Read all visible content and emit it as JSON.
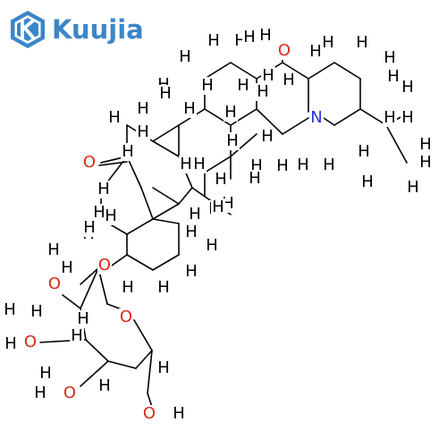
{
  "logo": {
    "text": "Kuujia",
    "icon": "k-hexagon-logo",
    "color": "#3b86c8"
  },
  "colors": {
    "bond": "#000000",
    "H": "#000000",
    "C": "#000000",
    "O": "#e0281b",
    "N": "#2b30e0"
  },
  "atoms": [
    {
      "id": "O1",
      "el": "O",
      "label": "O"
    },
    {
      "id": "N1",
      "el": "N",
      "label": "N"
    },
    {
      "id": "O2",
      "el": "O",
      "label": "O"
    },
    {
      "id": "O3",
      "el": "O",
      "label": "O"
    },
    {
      "id": "O4",
      "el": "O",
      "label": "O"
    },
    {
      "id": "O5",
      "el": "O",
      "label": "O"
    },
    {
      "id": "O6",
      "el": "O",
      "label": "O"
    },
    {
      "id": "O7",
      "el": "O",
      "label": "O"
    },
    {
      "id": "O8",
      "el": "O",
      "label": "O"
    },
    {
      "id": "OH1",
      "el": "H",
      "label": "H"
    },
    {
      "id": "OH2",
      "el": "H",
      "label": "H"
    },
    {
      "id": "OH3",
      "el": "H",
      "label": "H"
    },
    {
      "id": "OH4",
      "el": "H",
      "label": "H"
    },
    {
      "id": "OH5",
      "el": "H",
      "label": "H"
    },
    {
      "id": "H1",
      "el": "H",
      "label": "H"
    },
    {
      "id": "H2",
      "el": "H",
      "label": "H"
    },
    {
      "id": "H3",
      "el": "H",
      "label": "H"
    },
    {
      "id": "H4",
      "el": "H",
      "label": "H"
    },
    {
      "id": "H5",
      "el": "H",
      "label": "H"
    },
    {
      "id": "H6",
      "el": "H",
      "label": "H"
    },
    {
      "id": "H7",
      "el": "H",
      "label": "H"
    },
    {
      "id": "H8",
      "el": "H",
      "label": "H"
    },
    {
      "id": "H9",
      "el": "H",
      "label": "H"
    },
    {
      "id": "H10",
      "el": "H",
      "label": "H"
    },
    {
      "id": "H11",
      "el": "H",
      "label": "H"
    },
    {
      "id": "H12",
      "el": "H",
      "label": "H"
    },
    {
      "id": "H13",
      "el": "H",
      "label": "H"
    },
    {
      "id": "H14",
      "el": "H",
      "label": "H"
    },
    {
      "id": "H15",
      "el": "H",
      "label": "H"
    },
    {
      "id": "H16",
      "el": "H",
      "label": "H"
    },
    {
      "id": "H17",
      "el": "H",
      "label": "H"
    },
    {
      "id": "H18",
      "el": "H",
      "label": "H"
    },
    {
      "id": "H19",
      "el": "H",
      "label": "H"
    },
    {
      "id": "H20",
      "el": "H",
      "label": "H"
    },
    {
      "id": "H21",
      "el": "H",
      "label": "H"
    },
    {
      "id": "H22",
      "el": "H",
      "label": "H"
    },
    {
      "id": "H23",
      "el": "H",
      "label": "H"
    },
    {
      "id": "H24",
      "el": "H",
      "label": "H"
    },
    {
      "id": "H25",
      "el": "H",
      "label": "H"
    },
    {
      "id": "H26",
      "el": "H",
      "label": "H"
    },
    {
      "id": "H27",
      "el": "H",
      "label": "H"
    },
    {
      "id": "H28",
      "el": "H",
      "label": "H"
    },
    {
      "id": "H29",
      "el": "H",
      "label": "H"
    },
    {
      "id": "H30",
      "el": "H",
      "label": "H"
    },
    {
      "id": "H31",
      "el": "H",
      "label": "H"
    },
    {
      "id": "H32",
      "el": "H",
      "label": "H"
    },
    {
      "id": "H33",
      "el": "H",
      "label": "H"
    },
    {
      "id": "H34",
      "el": "H",
      "label": "H"
    },
    {
      "id": "H35",
      "el": "H",
      "label": "H"
    },
    {
      "id": "H36",
      "el": "H",
      "label": "H"
    },
    {
      "id": "H37",
      "el": "H",
      "label": "H"
    },
    {
      "id": "H38",
      "el": "H",
      "label": "H"
    },
    {
      "id": "H39",
      "el": "H",
      "label": "H"
    },
    {
      "id": "H40",
      "el": "H",
      "label": "H"
    },
    {
      "id": "H41",
      "el": "H",
      "label": "H"
    },
    {
      "id": "H42",
      "el": "H",
      "label": "H"
    },
    {
      "id": "H43",
      "el": "H",
      "label": "H"
    },
    {
      "id": "H44",
      "el": "H",
      "label": "H"
    },
    {
      "id": "H45",
      "el": "H",
      "label": "H"
    },
    {
      "id": "H46",
      "el": "H",
      "label": "H"
    },
    {
      "id": "H47",
      "el": "H",
      "label": "H"
    },
    {
      "id": "H48",
      "el": "H",
      "label": "H"
    },
    {
      "id": "H49",
      "el": "H",
      "label": "H"
    },
    {
      "id": "H50",
      "el": "H",
      "label": "H"
    },
    {
      "id": "H51",
      "el": "H",
      "label": "H"
    },
    {
      "id": "H52",
      "el": "H",
      "label": "H"
    },
    {
      "id": "H53",
      "el": "H",
      "label": "H"
    },
    {
      "id": "H54",
      "el": "H",
      "label": "H"
    },
    {
      "id": "H55",
      "el": "H",
      "label": "H"
    },
    {
      "id": "H56",
      "el": "H",
      "label": "H"
    },
    {
      "id": "H57",
      "el": "H",
      "label": "H"
    },
    {
      "id": "H58",
      "el": "H",
      "label": "H"
    },
    {
      "id": "H59",
      "el": "H",
      "label": "H"
    },
    {
      "id": "H60",
      "el": "H",
      "label": "H"
    },
    {
      "id": "H61",
      "el": "H",
      "label": "H"
    },
    {
      "id": "H62",
      "el": "H",
      "label": "H"
    },
    {
      "id": "H63",
      "el": "H",
      "label": "H"
    }
  ]
}
